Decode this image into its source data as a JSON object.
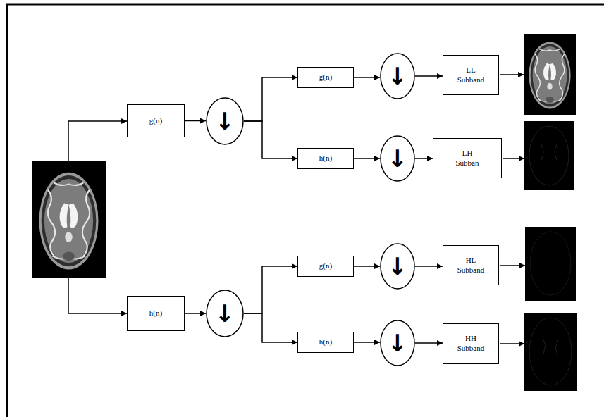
{
  "diagram": {
    "nodes": [
      {
        "text": [
          "g(n)"
        ]
      },
      {
        "text": [
          "↓"
        ]
      },
      {
        "text": [
          "g(n)"
        ]
      },
      {
        "text": [
          "↓"
        ]
      },
      {
        "text": [
          "LL Subband"
        ]
      },
      {
        "text": [
          "h(n)"
        ]
      },
      {
        "text": [
          "↓"
        ]
      },
      {
        "text": [
          "LH Subban"
        ]
      },
      {
        "text": [
          "h(n)"
        ]
      },
      {
        "text": [
          "↓"
        ]
      },
      {
        "text": [
          "g(n)"
        ]
      },
      {
        "text": [
          "↓"
        ]
      },
      {
        "text": [
          "HL Subband"
        ]
      },
      {
        "text": [
          "h(n)"
        ]
      },
      {
        "text": [
          "↓"
        ]
      },
      {
        "text": [
          "HH Subband"
        ]
      }
    ],
    "edges": [
      {
        "from": 0,
        "to": 1,
        "arrow": "to"
      },
      {
        "from": 1,
        "to": 2,
        "arrow": "to"
      },
      {
        "from": 1,
        "to": 5,
        "arrow": "to"
      },
      {
        "from": 2,
        "to": 3,
        "arrow": "to"
      },
      {
        "from": 3,
        "to": 4,
        "arrow": "to"
      },
      {
        "from": 5,
        "to": 6,
        "arrow": "to"
      },
      {
        "from": 6,
        "to": 7,
        "arrow": "to"
      },
      {
        "from": 8,
        "to": 9,
        "arrow": "to"
      },
      {
        "from": 9,
        "to": 10,
        "arrow": "to"
      },
      {
        "from": 9,
        "to": 13,
        "arrow": "to"
      },
      {
        "from": 10,
        "to": 11,
        "arrow": "to"
      },
      {
        "from": 11,
        "to": 12,
        "arrow": "to"
      },
      {
        "from": 13,
        "to": 14,
        "arrow": "to"
      },
      {
        "from": 14,
        "to": 15,
        "arrow": "to"
      }
    ]
  }
}
